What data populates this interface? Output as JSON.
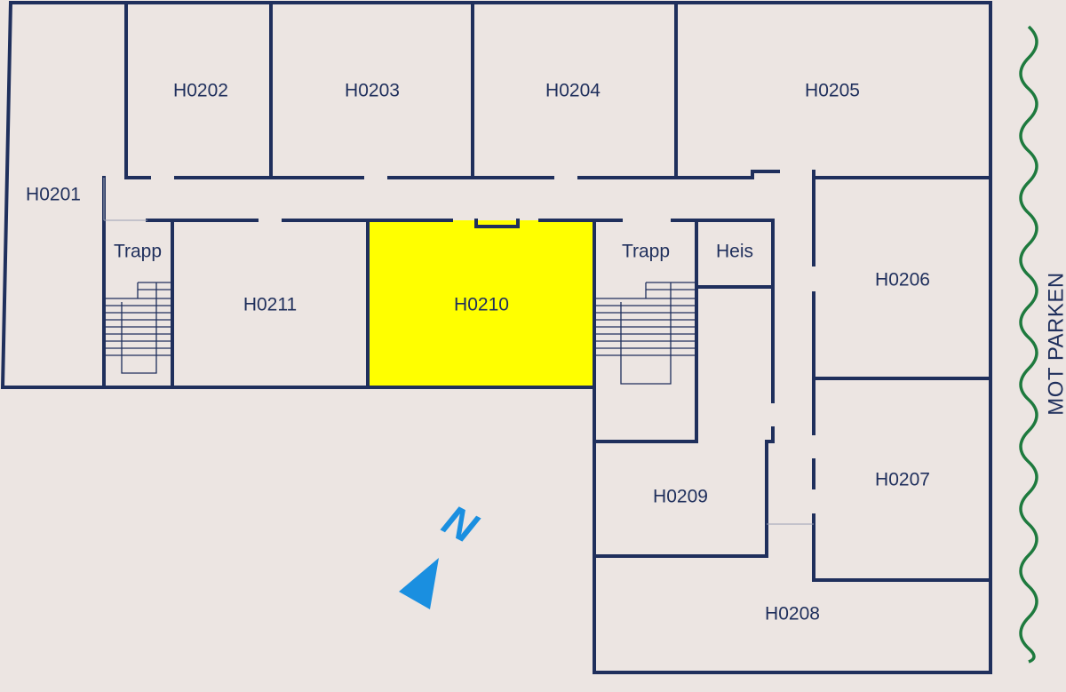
{
  "floor_plan": {
    "rooms": [
      {
        "id": "H0201",
        "label": "H0201"
      },
      {
        "id": "H0202",
        "label": "H0202"
      },
      {
        "id": "H0203",
        "label": "H0203"
      },
      {
        "id": "H0204",
        "label": "H0204"
      },
      {
        "id": "H0205",
        "label": "H0205"
      },
      {
        "id": "H0206",
        "label": "H0206"
      },
      {
        "id": "H0207",
        "label": "H0207"
      },
      {
        "id": "H0208",
        "label": "H0208"
      },
      {
        "id": "H0209",
        "label": "H0209"
      },
      {
        "id": "H0210",
        "label": "H0210",
        "highlighted": true
      },
      {
        "id": "H0211",
        "label": "H0211"
      }
    ],
    "stairs": [
      {
        "label": "Trapp"
      },
      {
        "label": "Trapp"
      }
    ],
    "elevator": {
      "label": "Heis"
    },
    "side_label": "MOT PARKEN",
    "compass": {
      "label": "N"
    },
    "colors": {
      "background": "#ece5e2",
      "wall": "#1f2f5c",
      "highlight": "#ffff00",
      "compass": "#1a8fe0",
      "park_line": "#1e7a3e"
    }
  }
}
